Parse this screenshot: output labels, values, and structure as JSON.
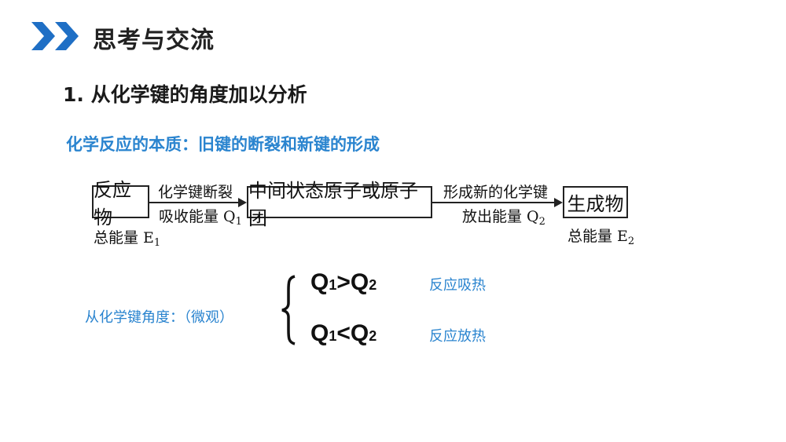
{
  "header": {
    "icon": "double-chevron-right-icon",
    "title": "思考与交流",
    "accent_color": "#1f6fc5"
  },
  "section": {
    "heading": "1. 从化学键的角度加以分析",
    "subheading": "化学反应的本质：旧键的断裂和新键的形成",
    "subheading_color": "#2a84cf"
  },
  "diagram": {
    "reactant": {
      "label": "反应物",
      "energy_prefix": "总能量 E",
      "energy_sub": "1"
    },
    "intermediate": {
      "label": "中间状态原子或原子团"
    },
    "product": {
      "label": "生成物",
      "energy_prefix": "总能量 E",
      "energy_sub": "2"
    },
    "step1": {
      "top": "化学键断裂",
      "bottom_prefix": "吸收能量 Q",
      "bottom_sub": "1"
    },
    "step2": {
      "top": "形成新的化学键",
      "bottom_prefix": "放出能量 Q",
      "bottom_sub": "2"
    }
  },
  "micro": {
    "label": "从化学键角度：（微观）",
    "cases": [
      {
        "q_left": "Q",
        "sub_left": "1",
        "op": ">",
        "q_right": "Q",
        "sub_right": "2",
        "result": "反应吸热"
      },
      {
        "q_left": "Q",
        "sub_left": "1",
        "op": "<",
        "q_right": "Q",
        "sub_right": "2",
        "result": "反应放热"
      }
    ]
  }
}
